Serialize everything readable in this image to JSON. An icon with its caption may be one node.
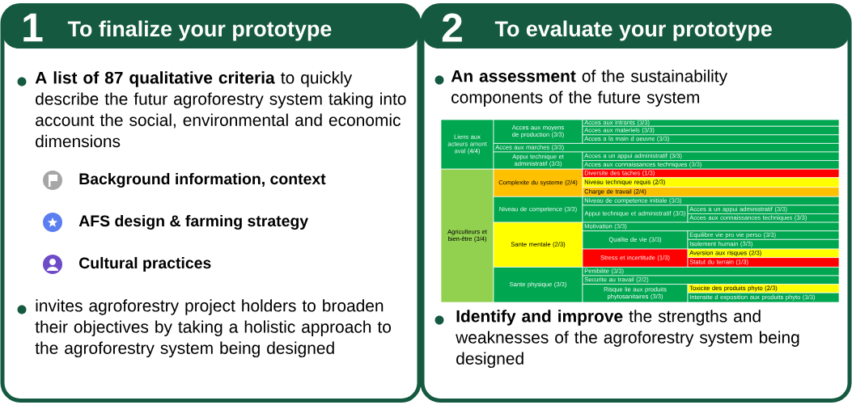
{
  "diagram": {
    "nodes": [
      {
        "text": [
          "1",
          "To finalize your prototype"
        ]
      },
      {
        "text": [
          "2",
          "To evaluate your prototype"
        ]
      }
    ],
    "labels": [
      "**A list of 87 qualitative criteria** to quickly describe the futur agroforestry system taking into account the social, environmental and economic dimensions",
      "Background information, context",
      "AFS design & farming strategy",
      "Cultural practices",
      "invites agroforestry project holders to broaden their objectives by taking a holistic approach to the agroforestry system being designed",
      "**An assessment** of the sustainability components of the future system",
      "Liens aux acteurs amont aval (4/4)",
      "Acces aux moyens de production (3/3)",
      "Acces aux intrants (3/3)",
      "Acces aux materiels (3/3)",
      "Acces a la main d oeuvre (3/3)",
      "Acces aux marches (3/3)",
      "Appui technique et administratif (3/3)",
      "Acces a un appui administratif (3/3)",
      "Acces aux connaissances techniques (3/3)",
      "Agriculteurs et bien-être (3/4)",
      "Complexite du systeme (2/4)",
      "Diversite des taches (1/3)",
      "Niveau technique requis (2/3)",
      "Charge de travail (2/4)",
      "Niveau de competence (3/3)",
      "Niveau de competence initiale (3/3)",
      "Appui technique et administratif (3/3)",
      "Acces a un appui administratif (3/3)",
      "Acces aux connaissances techniques (3/3)",
      "Sante mentale (2/3)",
      "Motivation (3/3)",
      "Qualite de vie (3/3)",
      "Equilibre vie pro vie perso (3/3)",
      "Isolement humain (3/3)",
      "Stress et incertitude (1/3)",
      "Aversion aux risques (2/3)",
      "Statut du terrain (1/3)",
      "Sante physique (3/3)",
      "Penibilite (3/3)",
      "Securite au travail (2/2)",
      "Risque lie aux produits phytosanitaires (3/3)",
      "Toxicite des produits phyto (2/3)",
      "Intensite d exposition aux produits phyto (3/3)",
      "**Identify and improve** the strengths and weaknesses of the agroforestry system being designed"
    ]
  }
}
